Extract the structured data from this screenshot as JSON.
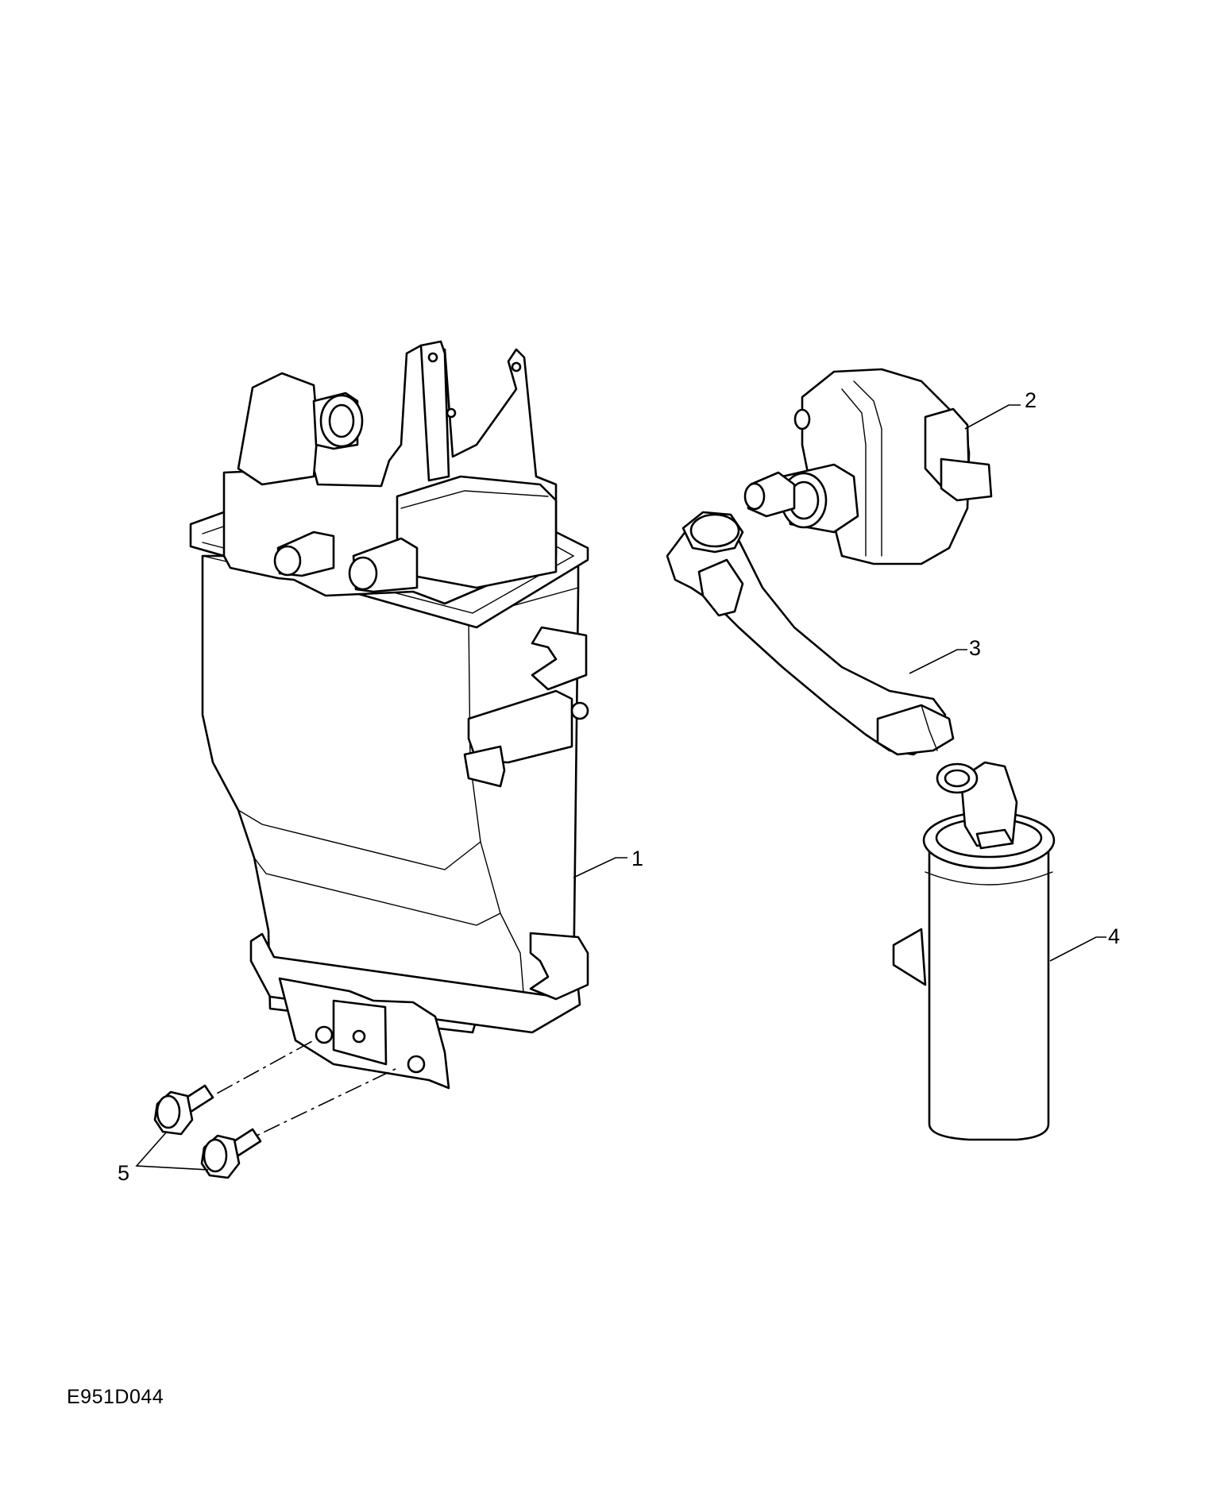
{
  "figure": {
    "reference_code": "E951D044"
  },
  "parts": [
    {
      "number": "1",
      "icon": "evap-canister-icon"
    },
    {
      "number": "2",
      "icon": "purge-valve-icon"
    },
    {
      "number": "3",
      "icon": "vent-hose-icon"
    },
    {
      "number": "4",
      "icon": "dust-filter-icon"
    },
    {
      "number": "5",
      "icon": "bolt-icon"
    }
  ],
  "colors": {
    "line": "#000000",
    "background": "#ffffff"
  }
}
